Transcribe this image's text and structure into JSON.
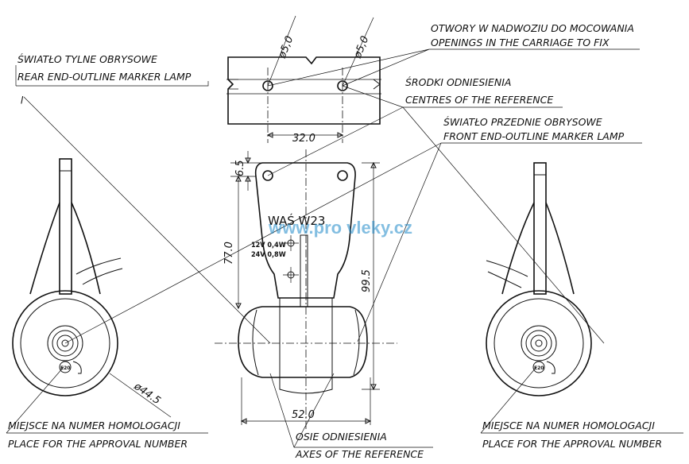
{
  "labels": {
    "rear_pl": "ŚWIATŁO TYLNE OBRYSOWE",
    "rear_en": "REAR END-OUTLINE MARKER LAMP",
    "openings_pl": "OTWORY W NADWOZIU DO MOCOWANIA",
    "openings_en": "OPENINGS IN THE CARRIAGE TO FIX",
    "centres_pl": "ŚRODKI ODNIESIENIA",
    "centres_en": "CENTRES OF THE REFERENCE",
    "front_pl": "ŚWIATŁO PRZEDNIE OBRYSOWE",
    "front_en": "FRONT END-OUTLINE MARKER LAMP",
    "approval_left_pl": "MIEJSCE NA NUMER HOMOLOGACJI",
    "approval_left_en": "PLACE FOR THE APPROVAL NUMBER",
    "approval_right_pl": "MIEJSCE NA NUMER HOMOLOGACJI",
    "approval_right_en": "PLACE FOR THE APPROVAL NUMBER",
    "axes_pl": "OSIE ODNIESIENIA",
    "axes_en": "AXES OF THE REFERENCE"
  },
  "dimensions": {
    "hole_dia_left": "ø5,0",
    "hole_dia_right": "ø5,0",
    "hole_spacing": "32.0",
    "top_offset": "6.5",
    "height_inner": "77.0",
    "height_total": "99.5",
    "width_total": "52.0",
    "lens_dia": "ø44.5"
  },
  "product": {
    "model": "WAŚ  W23",
    "spec_12v": "12V 0,4W",
    "spec_24v": "24V 0,8W",
    "approval_mark_left": "E20",
    "approval_mark_right": "E20"
  },
  "watermark": "www.pro vleky.cz",
  "rear_mark_glyph": "ꞁ"
}
